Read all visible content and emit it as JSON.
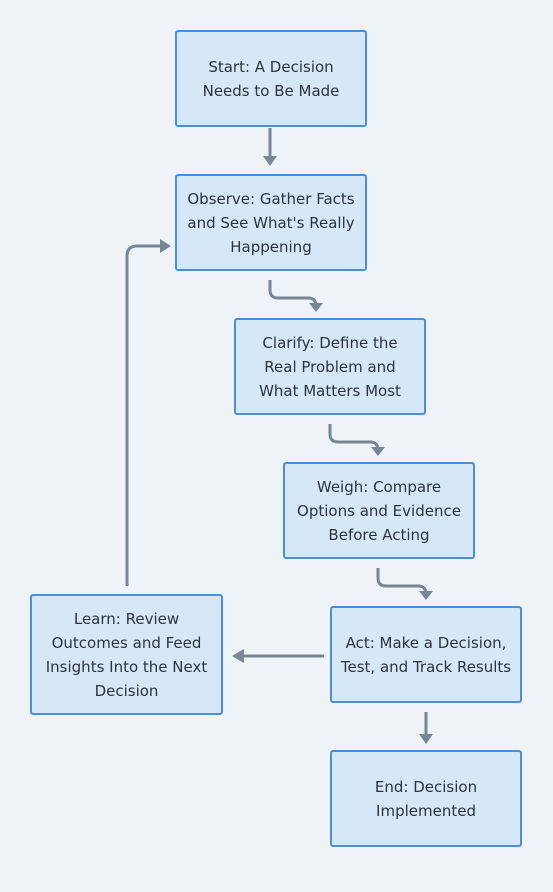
{
  "nodes": {
    "start": "Start: A Decision Needs to Be Made",
    "observe": "Observe: Gather Facts and See What's Really Happening",
    "clarify": "Clarify: Define the Real Problem and What Matters Most",
    "weigh": "Weigh: Compare Options and Evidence Before Acting",
    "act": "Act: Make a Decision, Test, and Track Results",
    "learn": "Learn: Review Outcomes and Feed Insights Into the Next Decision",
    "end": "End: Decision Implemented"
  },
  "colors": {
    "background": "#eef3f7",
    "node_fill": "#d6e7f8",
    "node_border": "#4a90d9",
    "edge": "#768797",
    "text": "#2c3440"
  }
}
